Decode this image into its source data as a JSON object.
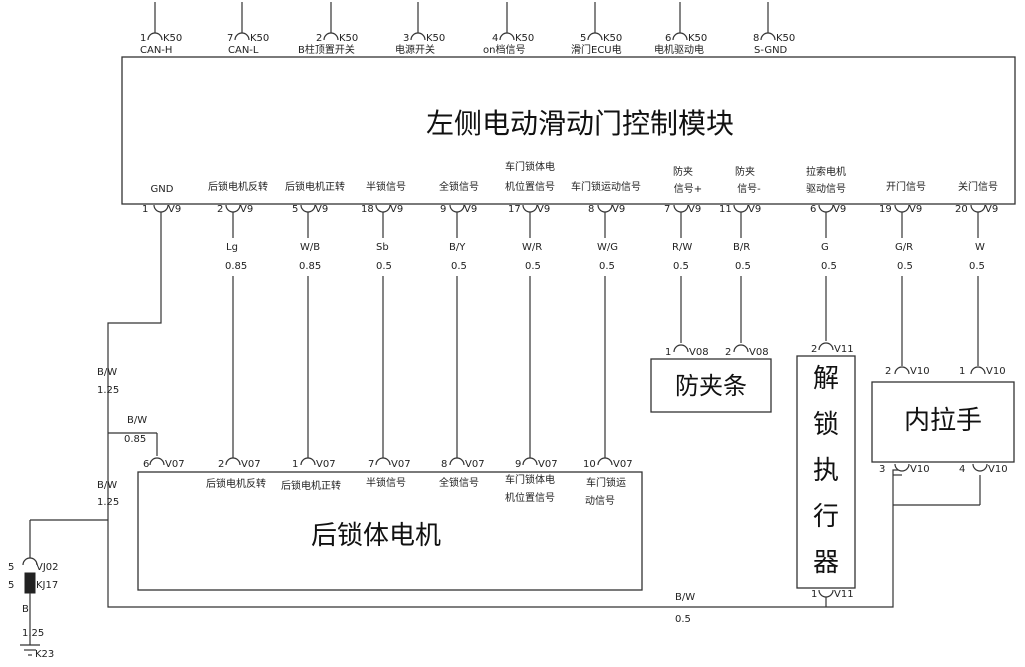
{
  "module": {
    "title": "左侧电动滑动门控制模块",
    "top_pins": [
      {
        "num": "1",
        "conn": "K50",
        "label": "CAN-H"
      },
      {
        "num": "7",
        "conn": "K50",
        "label": "CAN-L"
      },
      {
        "num": "2",
        "conn": "K50",
        "label": "B柱顶置开关"
      },
      {
        "num": "3",
        "conn": "K50",
        "label": "电源开关"
      },
      {
        "num": "4",
        "conn": "K50",
        "label": "on档信号"
      },
      {
        "num": "5",
        "conn": "K50",
        "label": "滑门ECU电"
      },
      {
        "num": "6",
        "conn": "K50",
        "label": "电机驱动电"
      },
      {
        "num": "8",
        "conn": "K50",
        "label": "S-GND"
      }
    ],
    "bottom_pins": [
      {
        "num": "1",
        "conn": "V9",
        "label": [
          "GND"
        ],
        "wire": "",
        "size": ""
      },
      {
        "num": "2",
        "conn": "V9",
        "label": [
          "后锁电机反转"
        ],
        "wire": "Lg",
        "size": "0.85"
      },
      {
        "num": "5",
        "conn": "V9",
        "label": [
          "后锁电机正转"
        ],
        "wire": "W/B",
        "size": "0.85"
      },
      {
        "num": "18",
        "conn": "V9",
        "label": [
          "半锁信号"
        ],
        "wire": "Sb",
        "size": "0.5"
      },
      {
        "num": "9",
        "conn": "V9",
        "label": [
          "全锁信号"
        ],
        "wire": "B/Y",
        "size": "0.5"
      },
      {
        "num": "17",
        "conn": "V9",
        "label": [
          "车门锁体电",
          "机位置信号"
        ],
        "wire": "W/R",
        "size": "0.5"
      },
      {
        "num": "8",
        "conn": "V9",
        "label": [
          "车门锁运动信号"
        ],
        "wire": "W/G",
        "size": "0.5"
      },
      {
        "num": "7",
        "conn": "V9",
        "label": [
          "防夹",
          "信号+"
        ],
        "wire": "R/W",
        "size": "0.5"
      },
      {
        "num": "11",
        "conn": "V9",
        "label": [
          "防夹",
          "信号-"
        ],
        "wire": "B/R",
        "size": "0.5"
      },
      {
        "num": "6",
        "conn": "V9",
        "label": [
          "拉索电机",
          "驱动信号"
        ],
        "wire": "G",
        "size": "0.5"
      },
      {
        "num": "19",
        "conn": "V9",
        "label": [
          "开门信号"
        ],
        "wire": "G/R",
        "size": "0.5"
      },
      {
        "num": "20",
        "conn": "V9",
        "label": [
          "关门信号"
        ],
        "wire": "W",
        "size": "0.5"
      }
    ]
  },
  "motor": {
    "title": "后锁体电机",
    "pins": [
      {
        "num": "6",
        "conn": "V07",
        "label": []
      },
      {
        "num": "2",
        "conn": "V07",
        "label": [
          "后锁电机反转"
        ]
      },
      {
        "num": "1",
        "conn": "V07",
        "label": [
          "后锁电机正转"
        ]
      },
      {
        "num": "7",
        "conn": "V07",
        "label": [
          "半锁信号"
        ]
      },
      {
        "num": "8",
        "conn": "V07",
        "label": [
          "全锁信号"
        ]
      },
      {
        "num": "9",
        "conn": "V07",
        "label": [
          "车门锁体电",
          "机位置信号"
        ]
      },
      {
        "num": "10",
        "conn": "V07",
        "label": [
          "车门锁运",
          "动信号"
        ]
      }
    ]
  },
  "pinch": {
    "title": "防夹条",
    "pins": [
      {
        "num": "1",
        "conn": "V08"
      },
      {
        "num": "2",
        "conn": "V08"
      }
    ]
  },
  "actuator": {
    "title_chars": [
      "解",
      "锁",
      "执",
      "行",
      "器"
    ],
    "pin_top": {
      "num": "2",
      "conn": "V11"
    },
    "pin_bottom": {
      "num": "1",
      "conn": "V11"
    }
  },
  "handle": {
    "title": "内拉手",
    "pins_top": [
      {
        "num": "2",
        "conn": "V10"
      },
      {
        "num": "1",
        "conn": "V10"
      }
    ],
    "pins_bottom": [
      {
        "num": "3",
        "conn": "V10"
      },
      {
        "num": "4",
        "conn": "V10"
      }
    ]
  },
  "ground_wires": {
    "gnd_main": {
      "wire": "B/W",
      "size": "1.25"
    },
    "motor_gnd": {
      "wire": "B/W",
      "size": "0.85"
    },
    "splice_lower": {
      "wire": "B/W",
      "size": "1.25"
    },
    "actuator_gnd": {
      "wire": "B/W",
      "size": "0.5"
    }
  },
  "ground_connector": {
    "pin_a": "5",
    "conn_a": "VJ02",
    "pin_b": "5",
    "conn_b": "KJ17",
    "wire": "B",
    "size": "1.25",
    "ground_label": "K23"
  }
}
